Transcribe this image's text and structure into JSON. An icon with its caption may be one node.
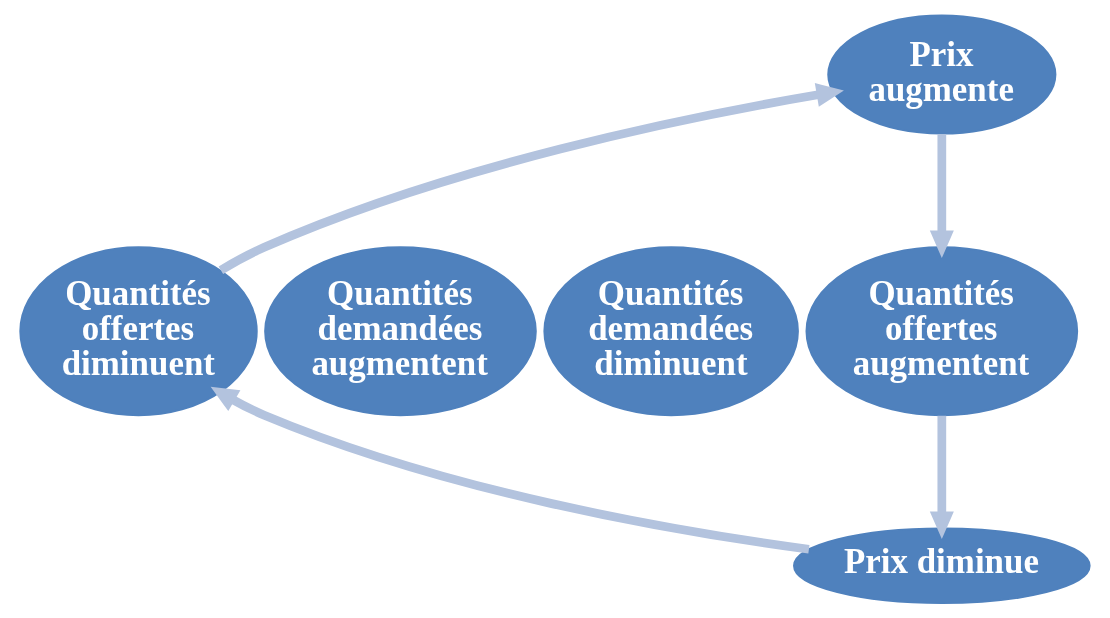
{
  "diagram": {
    "nodes": [
      {
        "text": [
          "Prix augmente"
        ]
      },
      {
        "text": [
          "Quantités offertes augmentent"
        ]
      },
      {
        "text": [
          "Quantités demandées diminuent"
        ]
      },
      {
        "text": [
          "Prix diminue"
        ]
      },
      {
        "text": [
          "Quantités offertes diminuent"
        ]
      },
      {
        "text": [
          "Quantités demandées augmentent"
        ]
      }
    ],
    "edges": [
      {
        "from": 0,
        "to": 1,
        "arrow": "to"
      },
      {
        "from": 1,
        "to": 3,
        "arrow": "to"
      },
      {
        "from": 3,
        "to": 4,
        "arrow": "to"
      },
      {
        "from": 4,
        "to": 0,
        "arrow": "to"
      }
    ]
  }
}
